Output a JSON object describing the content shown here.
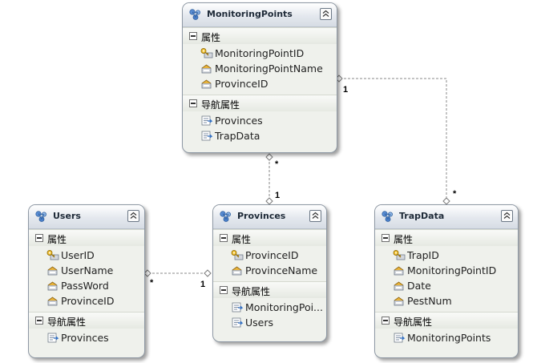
{
  "entities": {
    "monitoring_points": {
      "title": "MonitoringPoints",
      "properties_label": "属性",
      "properties": [
        "MonitoringPointID",
        "MonitoringPointName",
        "ProvinceID"
      ],
      "nav_label": "导航属性",
      "nav_properties": [
        "Provinces",
        "TrapData"
      ]
    },
    "users": {
      "title": "Users",
      "properties_label": "属性",
      "properties": [
        "UserID",
        "UserName",
        "PassWord",
        "ProvinceID"
      ],
      "nav_label": "导航属性",
      "nav_properties": [
        "Provinces"
      ]
    },
    "provinces": {
      "title": "Provinces",
      "properties_label": "属性",
      "properties": [
        "ProvinceID",
        "ProvinceName"
      ],
      "nav_label": "导航属性",
      "nav_properties": [
        "MonitoringPoi...",
        "Users"
      ]
    },
    "trapdata": {
      "title": "TrapData",
      "properties_label": "属性",
      "properties": [
        "TrapID",
        "MonitoringPointID",
        "Date",
        "PestNum"
      ],
      "nav_label": "导航属性",
      "nav_properties": [
        "MonitoringPoints"
      ]
    }
  },
  "relationships": {
    "mp_provinces": {
      "mp_end": "*",
      "provinces_end": "1"
    },
    "mp_trapdata": {
      "mp_end": "1",
      "trapdata_end": "*"
    },
    "users_provinces": {
      "users_end": "*",
      "provinces_end": "1"
    }
  },
  "colors": {
    "entity_fill": "#eff1ec",
    "border": "#8e98a4",
    "key_icon": "#d9a520",
    "connector": "#888888"
  }
}
